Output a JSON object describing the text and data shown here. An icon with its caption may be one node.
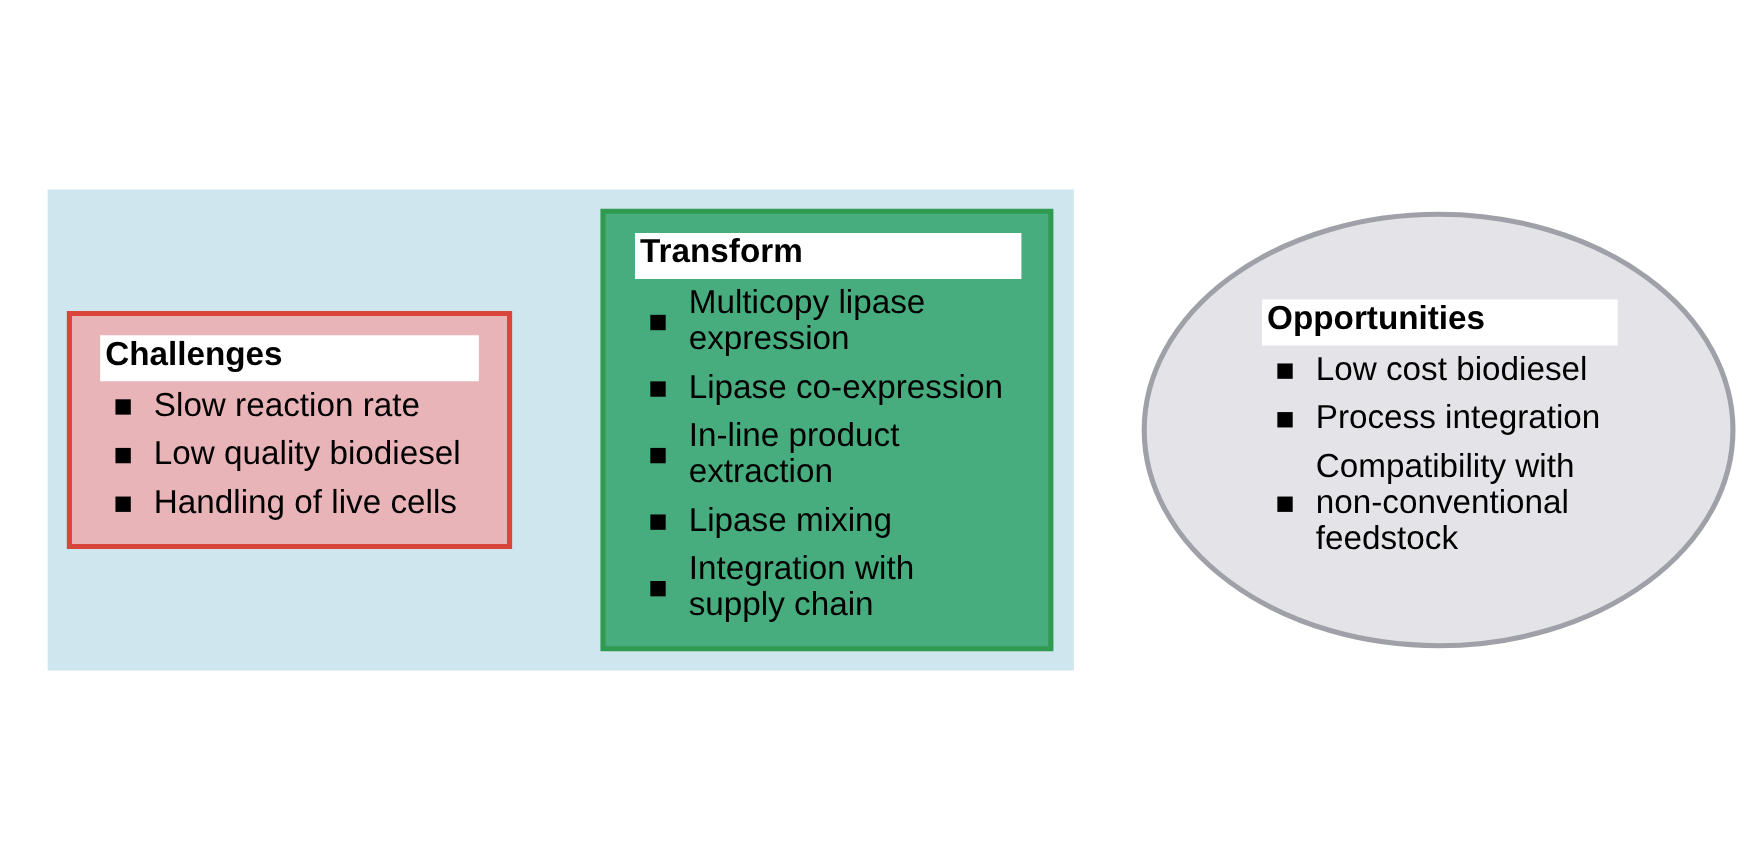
{
  "diagram": {
    "nodes": [
      {
        "text": [],
        "shape": "arrow"
      },
      {
        "text": [
          "Challenges",
          "Slow reaction rate",
          "Low quality biodiesel",
          "Handling of live cells"
        ],
        "in": 0
      },
      {
        "text": [
          "Transform",
          "Multicopy lipase expression",
          "Lipase co-expression",
          "In-line product extraction",
          "Lipase mixing",
          "Integration with supply chain"
        ],
        "in": 0
      },
      {
        "text": [
          "Opportunities",
          "Low cost biodiesel",
          "Process integration",
          "Compatibility with non-conventional feedstock"
        ]
      }
    ],
    "edges": []
  }
}
